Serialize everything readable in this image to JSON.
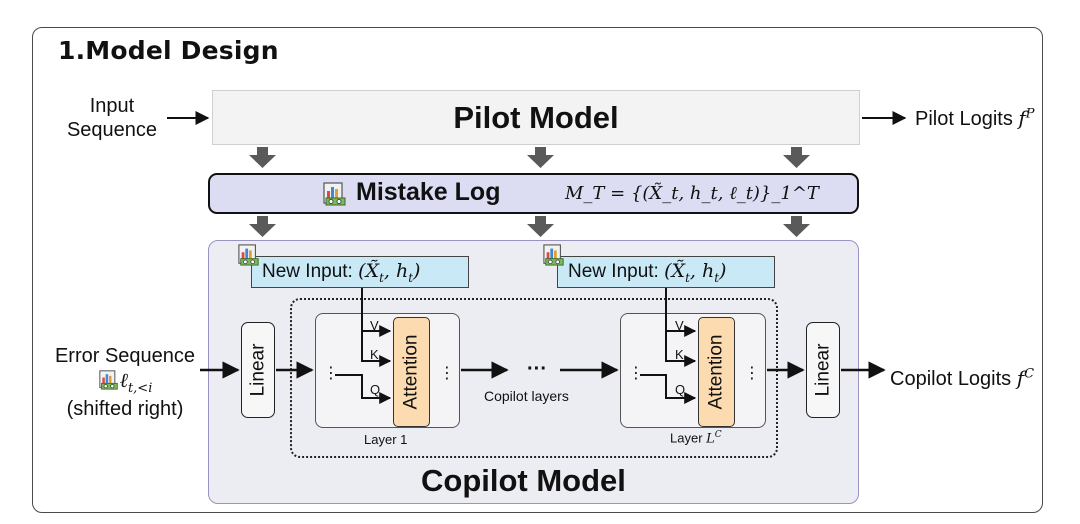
{
  "title": "1.Model Design",
  "input_sequence": [
    "Input",
    "Sequence"
  ],
  "pilot_model": "Pilot Model",
  "pilot_logits_label": "Pilot Logits ",
  "pilot_logits_math": "f",
  "pilot_logits_sup": "P",
  "mistake_log": {
    "label": "Mistake Log",
    "formula": "M_T = {(X̃_t, h_t, ℓ_t)}_1^T"
  },
  "new_input": {
    "label": "New Input: ",
    "math": "(X̃",
    "math_sub_t": "t",
    "math_rest": ", h",
    "math_close": ")"
  },
  "attention_label": "Attention",
  "ports": {
    "v": "V",
    "k": "K",
    "q": "Q"
  },
  "dots": "⋮",
  "ellipsis": "···",
  "copilot_layers_label": "Copilot layers",
  "layer1_label": "Layer 1",
  "layerL_label": "Layer ",
  "layerL_math": "L",
  "layerL_sup": "C",
  "linear_label": "Linear",
  "error_sequence": {
    "line1": "Error Sequence",
    "math": "ℓ",
    "sub": "t,<i",
    "line3": "(shifted right)"
  },
  "copilot_logits_label": "Copilot Logits ",
  "copilot_logits_math": "f",
  "copilot_logits_sup": "C",
  "copilot_model": "Copilot Model",
  "colors": {
    "pilot_box": "#f3f3f3",
    "mistake_box": "#dcdcf3",
    "copilot_panel": "#ececf3",
    "new_input": "#c9e9f7",
    "attention": "#fddbb0",
    "down_arrow": "#5a5a5a"
  },
  "icon": "mistake-log-chart-icon"
}
